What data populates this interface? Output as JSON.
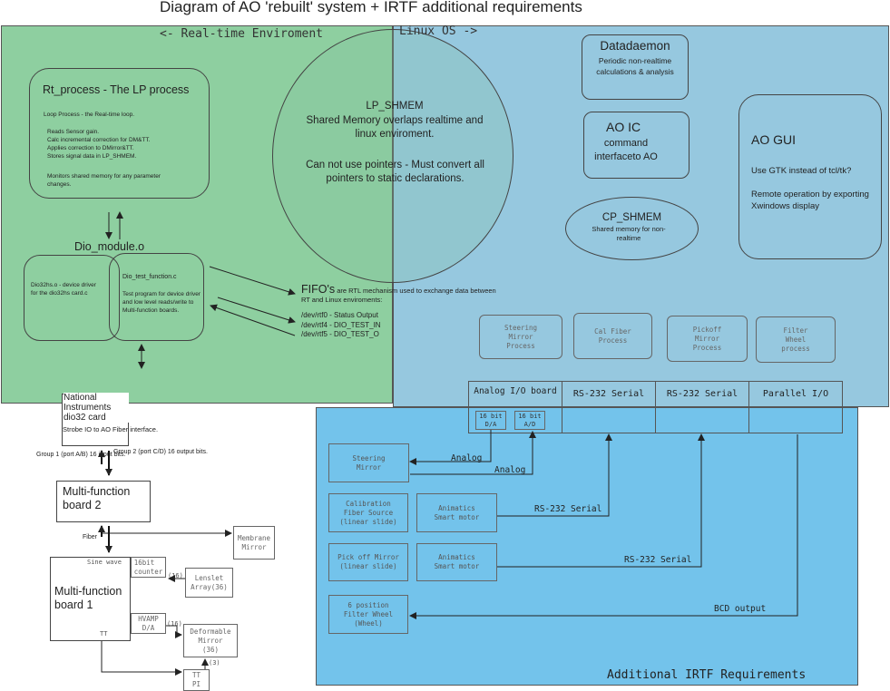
{
  "title": "Diagram of AO 'rebuilt' system + IRTF additional requirements",
  "realtime_label": "<- Real-time Enviroment",
  "linux_label": "Linux OS ->",
  "rt_process": {
    "title": "Rt_process - The LP process",
    "loop": "Loop Process - the Real-time loop.",
    "steps": "Reads Sensor gain.\nCalc incremental correction for DM&TT.\nApplies correction to DMirror&TT.\nStores signal data in LP_SHMEM.",
    "monitor": "Monitors shared memory for any parameter changes."
  },
  "dio_module": "Dio_module.o",
  "dio32hs": "Dio32hs.o - device driver for the dio32hs card.c",
  "dio_test": {
    "title": "Dio_test_function.c",
    "desc": "Test program for device driver and low level reads/write to Multi-function boards."
  },
  "lp_shmem": {
    "title": "LP_SHMEM",
    "desc": "Shared Memory overlaps realtime and linux enviroment.",
    "note": "Can not use pointers - Must convert all pointers to static declarations."
  },
  "fifo": {
    "head": "FIFO's",
    "desc": " are RTL mechanism used to exchange data between RT and Linux enviroments:",
    "lines": "/dev/rtf0 - Status Output\n/dev/rtf4 - DIO_TEST_IN\n/dev/rtf5 - DIO_TEST_O"
  },
  "datadaemon": {
    "title": "Datadaemon",
    "desc": "Periodic non-realtime calculations & analysis"
  },
  "aoic": {
    "title": "AO IC",
    "desc": "command interfaceto AO"
  },
  "cp_shmem": {
    "title": "CP_SHMEM",
    "desc": "Shared memory for non-realtime"
  },
  "aogui": {
    "title": "AO GUI",
    "line1": "Use GTK instead of tcl/tk?",
    "line2": "Remote operation by exporting Xwindows display"
  },
  "processes": [
    "Steering\nMirror\nProcess",
    "Cal Fiber\nProcess",
    "Pickoff\nMirror\nProcess",
    "Filter\nWheel\nprocess"
  ],
  "hw_headers": [
    "Analog I/O board",
    "RS-232 Serial",
    "RS-232 Serial",
    "Parallel I/O"
  ],
  "da": "16 bit\nD/A",
  "ad": "16 bit\nA/D",
  "ni_card": {
    "title": "National Instruments dio32 card",
    "desc": "Strobe IO to AO Fiber interface."
  },
  "group1": "Group 1 (port A/B)\n16 input bits.",
  "group2": "Group 2 (port C/D)\n16 output bits.",
  "mfb2": "Multi-function board 2",
  "fiber": "Fiber",
  "membrane": "Membrane\nMirror",
  "mfb1": {
    "title": "Multi-function board 1",
    "sine": "Sine wave",
    "tt": "TT"
  },
  "counter": "16bit\ncounter",
  "n16a": "(16)",
  "lenslet": "Lenslet\nArray(36)",
  "hvamp": "HVAMP\nD/A",
  "n16b": "(16)",
  "deformable": "Deformable\nMirror\n(36)",
  "n3": "(3)",
  "ttpi": "TT\nPI",
  "irtf": {
    "steering": "Steering\nMirror",
    "cal_fiber": "Calibration\nFiber Source\n(linear slide)",
    "animatics1": "Animatics\nSmart motor",
    "pickoff": "Pick off Mirror\n(linear slide)",
    "animatics2": "Animatics\nSmart motor",
    "filter": "6 position\nFilter Wheel\n(Wheel)",
    "analog1": "Analog",
    "analog2": "Analog",
    "rs232_1": "RS-232 Serial",
    "rs232_2": "RS-232 Serial",
    "bcd": "BCD output",
    "label": "Additional IRTF Requirements"
  },
  "colors": {
    "green": "#8ecfa0",
    "lightblue": "#96c8df",
    "blue": "#73c3eb"
  }
}
